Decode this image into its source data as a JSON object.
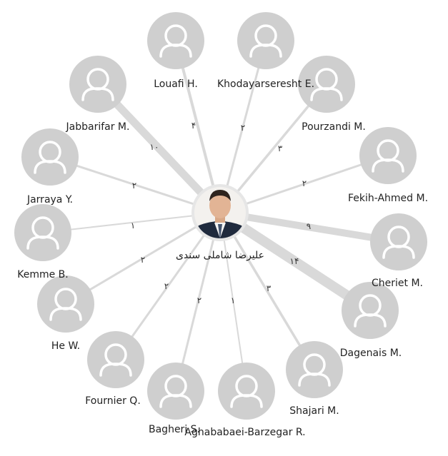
{
  "center": {
    "name": "علیرضا شاملی سندی",
    "photo_icon": "person-photo"
  },
  "coauthors": [
    {
      "name": "Louafi H.",
      "weight": "۴",
      "icon": "user-avatar-icon"
    },
    {
      "name": "Khodayarseresht E.",
      "weight": "۲",
      "icon": "user-avatar-icon"
    },
    {
      "name": "Pourzandi M.",
      "weight": "۳",
      "icon": "user-avatar-icon"
    },
    {
      "name": "Fekih-Ahmed M.",
      "weight": "۲",
      "icon": "user-avatar-icon"
    },
    {
      "name": "Cheriet M.",
      "weight": "۹",
      "icon": "user-avatar-icon"
    },
    {
      "name": "Dagenais M.",
      "weight": "۱۴",
      "icon": "user-avatar-icon"
    },
    {
      "name": "Shajari M.",
      "weight": "۳",
      "icon": "user-avatar-icon"
    },
    {
      "name": "Aghababaei-Barzegar R.",
      "weight": "۱",
      "icon": "user-avatar-icon"
    },
    {
      "name": "Bagheri S.",
      "weight": "۲",
      "icon": "user-avatar-icon"
    },
    {
      "name": "Fournier Q.",
      "weight": "۲",
      "icon": "user-avatar-icon"
    },
    {
      "name": "He W.",
      "weight": "۲",
      "icon": "user-avatar-icon"
    },
    {
      "name": "Kemme B.",
      "weight": "۱",
      "icon": "user-avatar-icon"
    },
    {
      "name": "Jarraya Y.",
      "weight": "۲",
      "icon": "user-avatar-icon"
    },
    {
      "name": "Jabbarifar M.",
      "weight": "۱۰",
      "icon": "user-avatar-icon"
    }
  ],
  "colors": {
    "node": "#cfcfcf",
    "edge": "#d9d9d9",
    "icon": "#ffffff",
    "text": "#222222"
  }
}
